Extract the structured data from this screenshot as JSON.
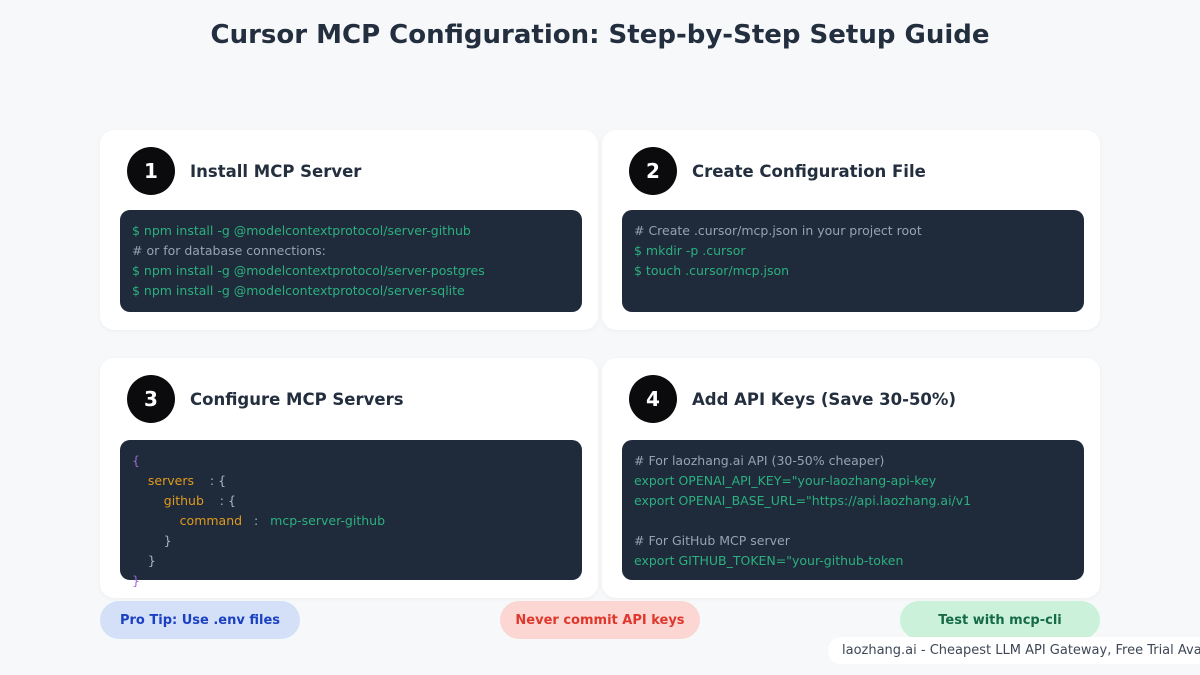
{
  "colors": {
    "page_bg": "#f6f8fa",
    "card_bg": "#ffffff",
    "title_text": "#232e3e",
    "code_bg": "#1f2a3a",
    "step_circle": "#0b0b0d",
    "cmd": "#2bb07f",
    "comment": "#97a3b1",
    "key": "#e09b1e",
    "punct": "#a9b4c2",
    "brace": "#9a68d6"
  },
  "header": {
    "title": "Cursor MCP Configuration: Step-by-Step Setup Guide"
  },
  "steps": [
    {
      "number": "1",
      "title": "Install MCP Server",
      "code": [
        [
          {
            "text": "$ npm install -g @modelcontextprotocol/server-github",
            "color": "cmd"
          }
        ],
        [
          {
            "text": "# or for database connections:",
            "color": "comment"
          }
        ],
        [
          {
            "text": "$ npm install -g @modelcontextprotocol/server-postgres",
            "color": "cmd"
          }
        ],
        [
          {
            "text": "$ npm install -g @modelcontextprotocol/server-sqlite",
            "color": "cmd"
          }
        ]
      ]
    },
    {
      "number": "2",
      "title": "Create Configuration File",
      "code": [
        [
          {
            "text": "# Create .cursor/mcp.json in your project root",
            "color": "comment"
          }
        ],
        [
          {
            "text": "$ mkdir -p .cursor",
            "color": "cmd"
          }
        ],
        [
          {
            "text": "$ touch .cursor/mcp.json",
            "color": "cmd"
          }
        ]
      ]
    },
    {
      "number": "3",
      "title": "Configure MCP Servers",
      "code": [
        [
          {
            "text": "{",
            "color": "brace"
          }
        ],
        [
          {
            "text": "    servers",
            "color": "key"
          },
          {
            "text": "    : {",
            "color": "punct"
          }
        ],
        [
          {
            "text": "        github",
            "color": "key"
          },
          {
            "text": "    : {",
            "color": "punct"
          }
        ],
        [
          {
            "text": "            command",
            "color": "key"
          },
          {
            "text": "   :   ",
            "color": "punct"
          },
          {
            "text": "mcp-server-github",
            "color": "cmd"
          }
        ],
        [
          {
            "text": "        }",
            "color": "punct"
          }
        ],
        [
          {
            "text": "    }",
            "color": "punct"
          }
        ],
        [
          {
            "text": "}",
            "color": "brace"
          }
        ]
      ]
    },
    {
      "number": "4",
      "title": "Add API Keys (Save 30-50%)",
      "code": [
        [
          {
            "text": "# For laozhang.ai API (30-50% cheaper)",
            "color": "comment"
          }
        ],
        [
          {
            "text": "export OPENAI_API_KEY=\"your-laozhang-api-key",
            "color": "cmd"
          }
        ],
        [
          {
            "text": "export OPENAI_BASE_URL=\"https://api.laozhang.ai/v1",
            "color": "cmd"
          }
        ],
        [
          {
            "text": " ",
            "color": "cmd"
          }
        ],
        [
          {
            "text": "# For GitHub MCP server",
            "color": "comment"
          }
        ],
        [
          {
            "text": "export GITHUB_TOKEN=\"your-github-token",
            "color": "cmd"
          }
        ]
      ]
    }
  ],
  "pills": [
    {
      "label": "Pro Tip: Use .env files",
      "bg": "#d3e0f8",
      "color": "#1b40c2"
    },
    {
      "label": "Never commit API keys",
      "bg": "#fbd6d3",
      "color": "#e0372c"
    },
    {
      "label": "Test with mcp-cli",
      "bg": "#cbf1da",
      "color": "#166b46"
    }
  ],
  "footer": {
    "text": "laozhang.ai - Cheapest LLM API Gateway, Free Trial Available"
  }
}
